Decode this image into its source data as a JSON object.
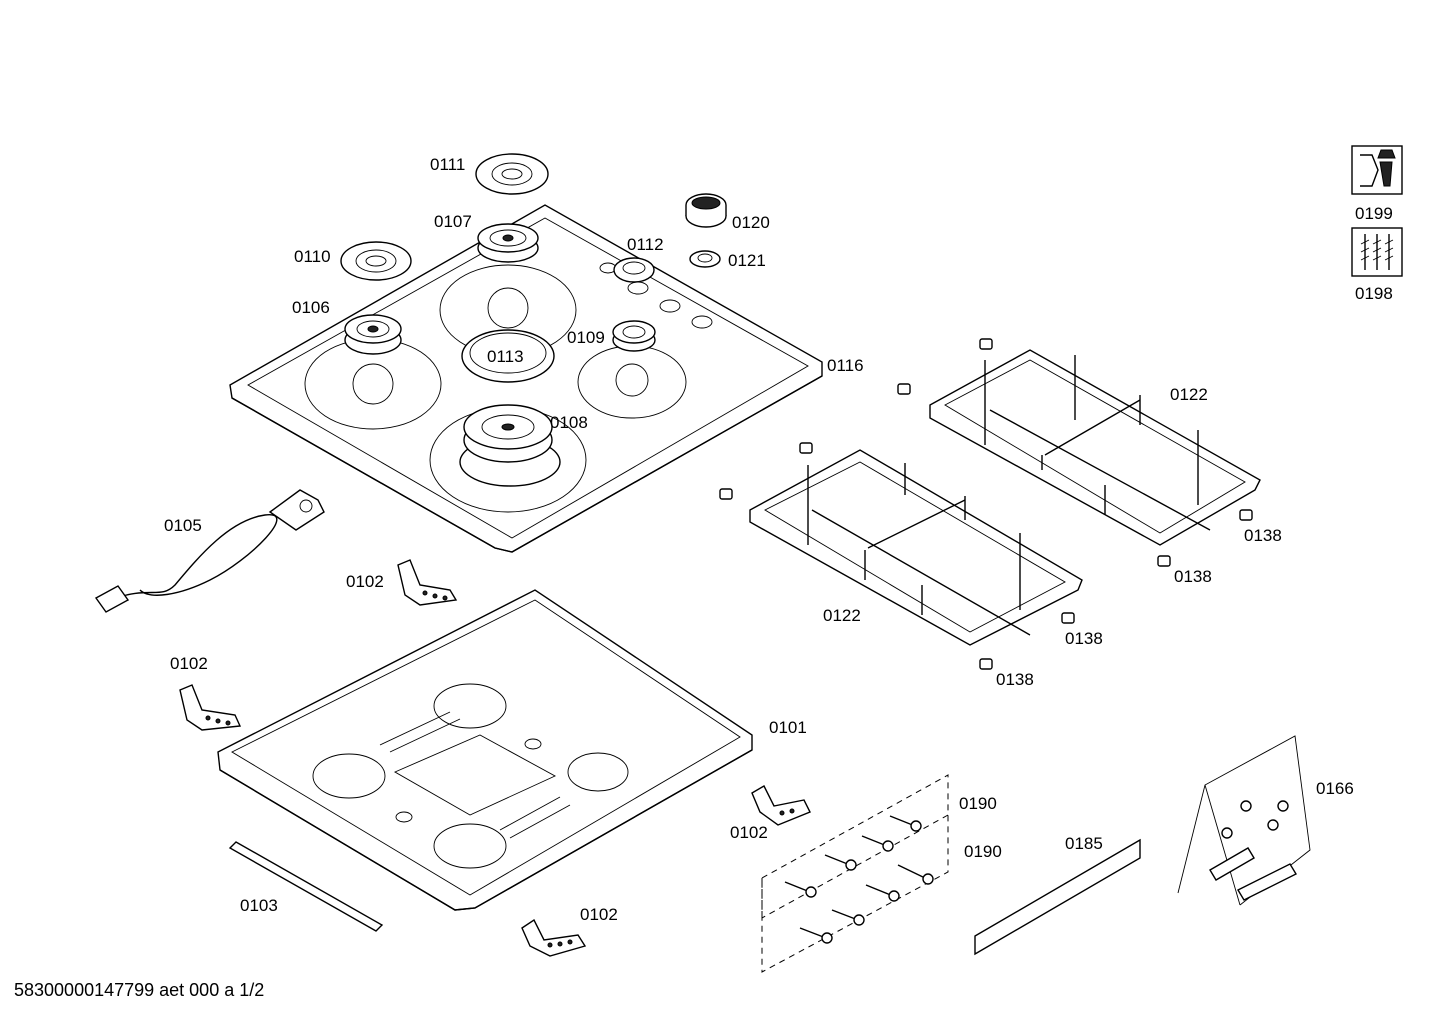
{
  "footer": "58300000147799 aet 000 a 1/2",
  "labels": {
    "p0111": "0111",
    "p0107": "0107",
    "p0110": "0110",
    "p0106": "0106",
    "p0120": "0120",
    "p0112": "0112",
    "p0121": "0121",
    "p0109": "0109",
    "p0113": "0113",
    "p0116": "0116",
    "p0108": "0108",
    "p0105": "0105",
    "p0102a": "0102",
    "p0102b": "0102",
    "p0102c": "0102",
    "p0102d": "0102",
    "p0101": "0101",
    "p0103": "0103",
    "p0122a": "0122",
    "p0122b": "0122",
    "p0138a": "0138",
    "p0138b": "0138",
    "p0138c": "0138",
    "p0138d": "0138",
    "p0190a": "0190",
    "p0190b": "0190",
    "p0185": "0185",
    "p0166": "0166",
    "p0199": "0199",
    "p0198": "0198"
  },
  "icons": {
    "service": "service-wrench-icon",
    "screws": "screw-set-icon"
  }
}
